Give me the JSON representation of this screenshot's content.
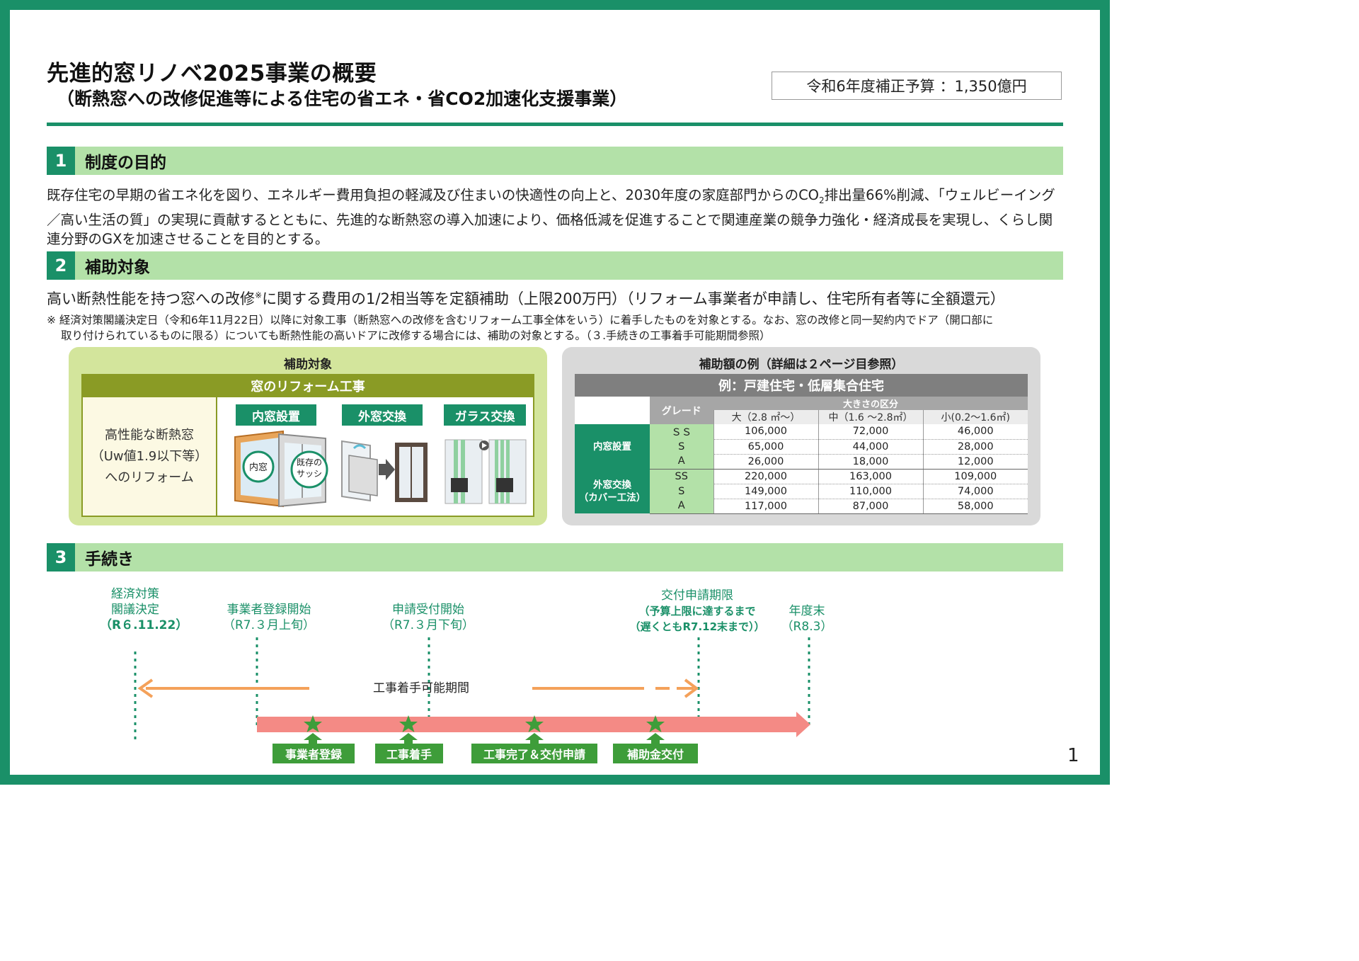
{
  "header": {
    "title": "先進的窓リノベ2025事業の概要",
    "subtitle": "（断熱窓への改修促進等による住宅の省エネ・省CO2加速化支援事業）",
    "budget": "令和6年度補正予算 ：1,350億円"
  },
  "section1": {
    "num": "1",
    "label": "制度の目的",
    "text_a": "既存住宅の早期の省エネ化を図り、エネルギー費用負担の軽減及び住まいの快適性の向上と、2030年度の家庭部門からのCO",
    "text_sub": "2",
    "text_b": "排出量66%削減、「ウェルビーイング／高い生活の質」の実現に貢献するとともに、先進的な断熱窓の導入加速により、価格低減を促進することで関連産業の競争力強化・経済成長を実現し、くらし関連分野のGXを加速させることを目的とする。"
  },
  "section2": {
    "num": "2",
    "label": "補助対象",
    "line_a": "高い断熱性能を持つ窓への改修",
    "line_mark": "※",
    "line_b": "に関する費用の1/2相当等を定額補助（上限200万円）（リフォーム事業者が申請し、住宅所有者等に全額還元）",
    "note_1": "※ 経済対策閣議決定日（令和6年11月22日）以降に対象工事（断熱窓への改修を含むリフォーム工事全体をいう）に着手したものを対象とする。なお、窓の改修と同一契約内でドア（開口部に",
    "note_2": "取り付けられているものに限る）についても断熱性能の高いドアに改修する場合には、補助の対象とする。（３.手続きの工事着手可能期間参照）",
    "left_panel": {
      "title": "補助対象",
      "box_header": "窓のリフォーム工事",
      "desc_lines": [
        "高性能な断熱窓",
        "（Uw値1.9以下等）",
        "へのリフォーム"
      ],
      "types": [
        "内窓設置",
        "外窓交換",
        "ガラス交換"
      ],
      "bubble_inner": "内窓",
      "bubble_existing_1": "既存の",
      "bubble_existing_2": "サッシ"
    },
    "right_panel": {
      "title": "補助額の例（詳細は２ページ目参照）",
      "table_title": "例：戸建住宅・低層集合住宅",
      "grade_label": "グレード",
      "size_label": "大きさの区分",
      "sizes": [
        "大（2.8 ㎡～）",
        "中（1.6 ～2.8㎡）",
        "小(0.2～1.6㎡)"
      ],
      "categories": [
        {
          "name_lines": [
            "内窓設置"
          ],
          "rows": [
            {
              "grade": "ＳＳ",
              "values": [
                "106,000",
                "72,000",
                "46,000"
              ]
            },
            {
              "grade": "S",
              "values": [
                "65,000",
                "44,000",
                "28,000"
              ]
            },
            {
              "grade": "A",
              "values": [
                "26,000",
                "18,000",
                "12,000"
              ]
            }
          ]
        },
        {
          "name_lines": [
            "外窓交換",
            "（カバー工法）"
          ],
          "rows": [
            {
              "grade": "SS",
              "values": [
                "220,000",
                "163,000",
                "109,000"
              ]
            },
            {
              "grade": "S",
              "values": [
                "149,000",
                "110,000",
                "74,000"
              ]
            },
            {
              "grade": "A",
              "values": [
                "117,000",
                "87,000",
                "58,000"
              ]
            }
          ]
        }
      ]
    }
  },
  "section3": {
    "num": "3",
    "label": "手続き",
    "milestones": {
      "cabinet_1": "経済対策",
      "cabinet_2": "閣議決定",
      "cabinet_date": "（R６.11.22）",
      "registration": "事業者登録開始",
      "registration_date": "（R7.３月上旬）",
      "application": "申請受付開始",
      "application_date": "（R7.３月下旬）",
      "deadline": "交付申請期限",
      "deadline_note_1": "（予算上限に達するまで",
      "deadline_note_2": "（遅くともR7.12末まで））",
      "fiscal_end": "年度末",
      "fiscal_end_date": "（R8.3）"
    },
    "period_label": "工事着手可能期間",
    "steps": [
      "事業者登録",
      "工事着手",
      "工事完了＆交付申請",
      "補助金交付"
    ],
    "colors": {
      "period_arrow": "#f4a15a",
      "timeline_bar": "#f48a85",
      "marker": "#3e9d3a"
    }
  },
  "page_number": "1"
}
